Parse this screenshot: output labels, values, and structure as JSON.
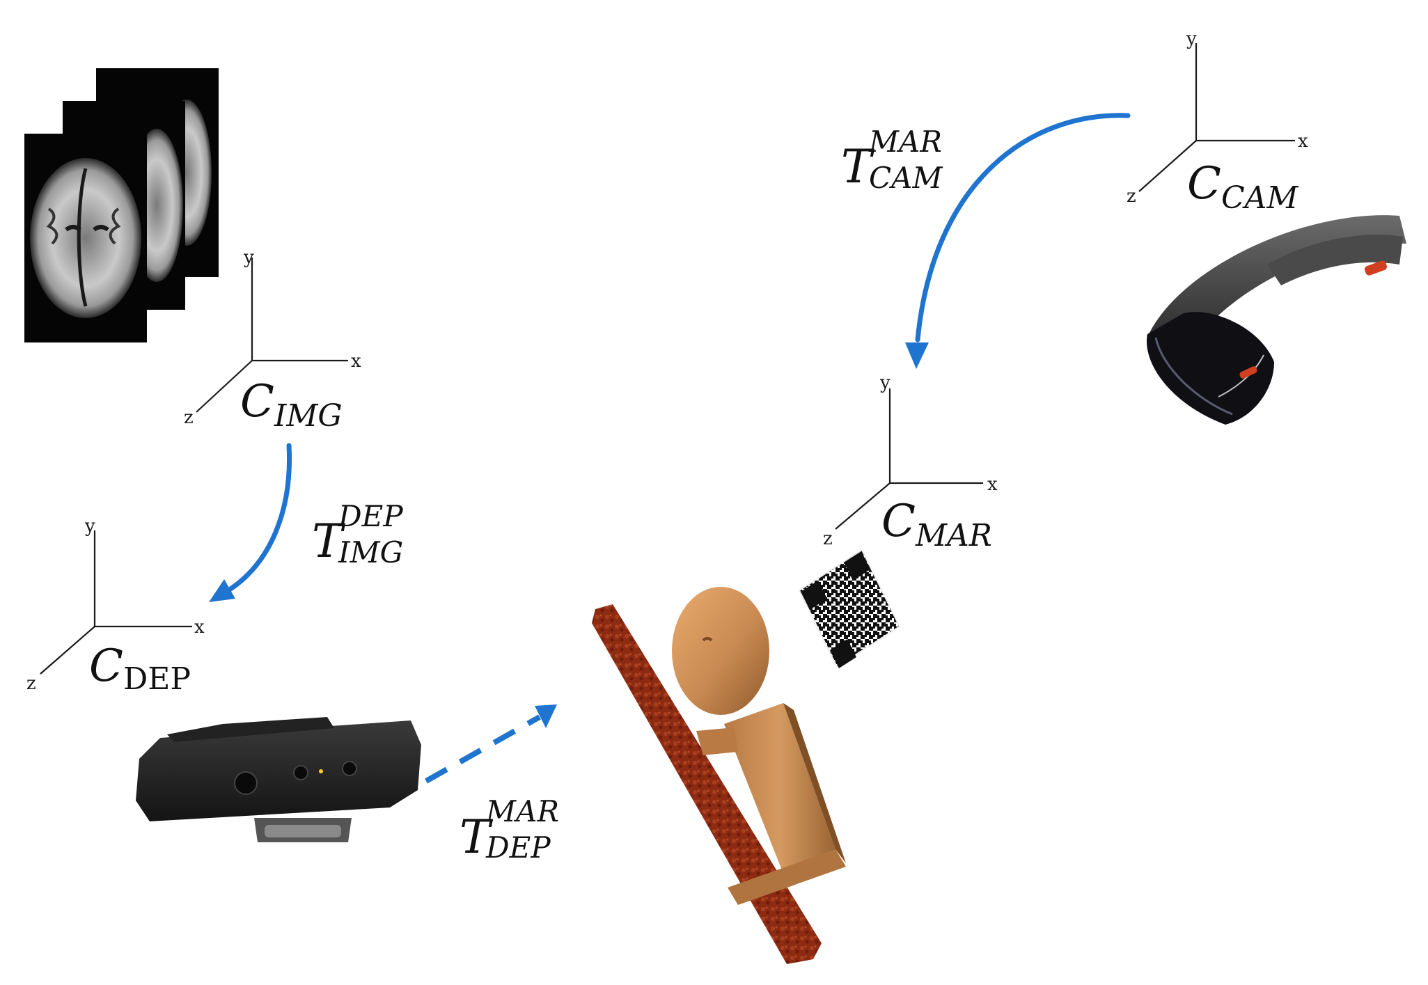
{
  "axis_letters": {
    "x": "x",
    "y": "y",
    "z": "z"
  },
  "frames": {
    "img": {
      "main": "C",
      "sub": "IMG"
    },
    "dep": {
      "main": "C",
      "sub": "DEP"
    },
    "mar": {
      "main": "C",
      "sub": "MAR"
    },
    "cam": {
      "main": "C",
      "sub": "CAM"
    }
  },
  "transforms": {
    "img_dep": {
      "main": "T",
      "sup": "DEP",
      "sub": "IMG"
    },
    "dep_mar": {
      "main": "T",
      "sup": "MAR",
      "sub": "DEP"
    },
    "cam_mar": {
      "main": "T",
      "sup": "MAR",
      "sub": "CAM"
    }
  },
  "colors": {
    "arrow": "#1f74d0",
    "phantom_body": "#c98a52",
    "phantom_table": "#8c2a12"
  },
  "icons": [
    "mri-slices-image",
    "depth-camera-image",
    "head-phantom-image",
    "qr-marker-image",
    "hololens-headset-image"
  ]
}
